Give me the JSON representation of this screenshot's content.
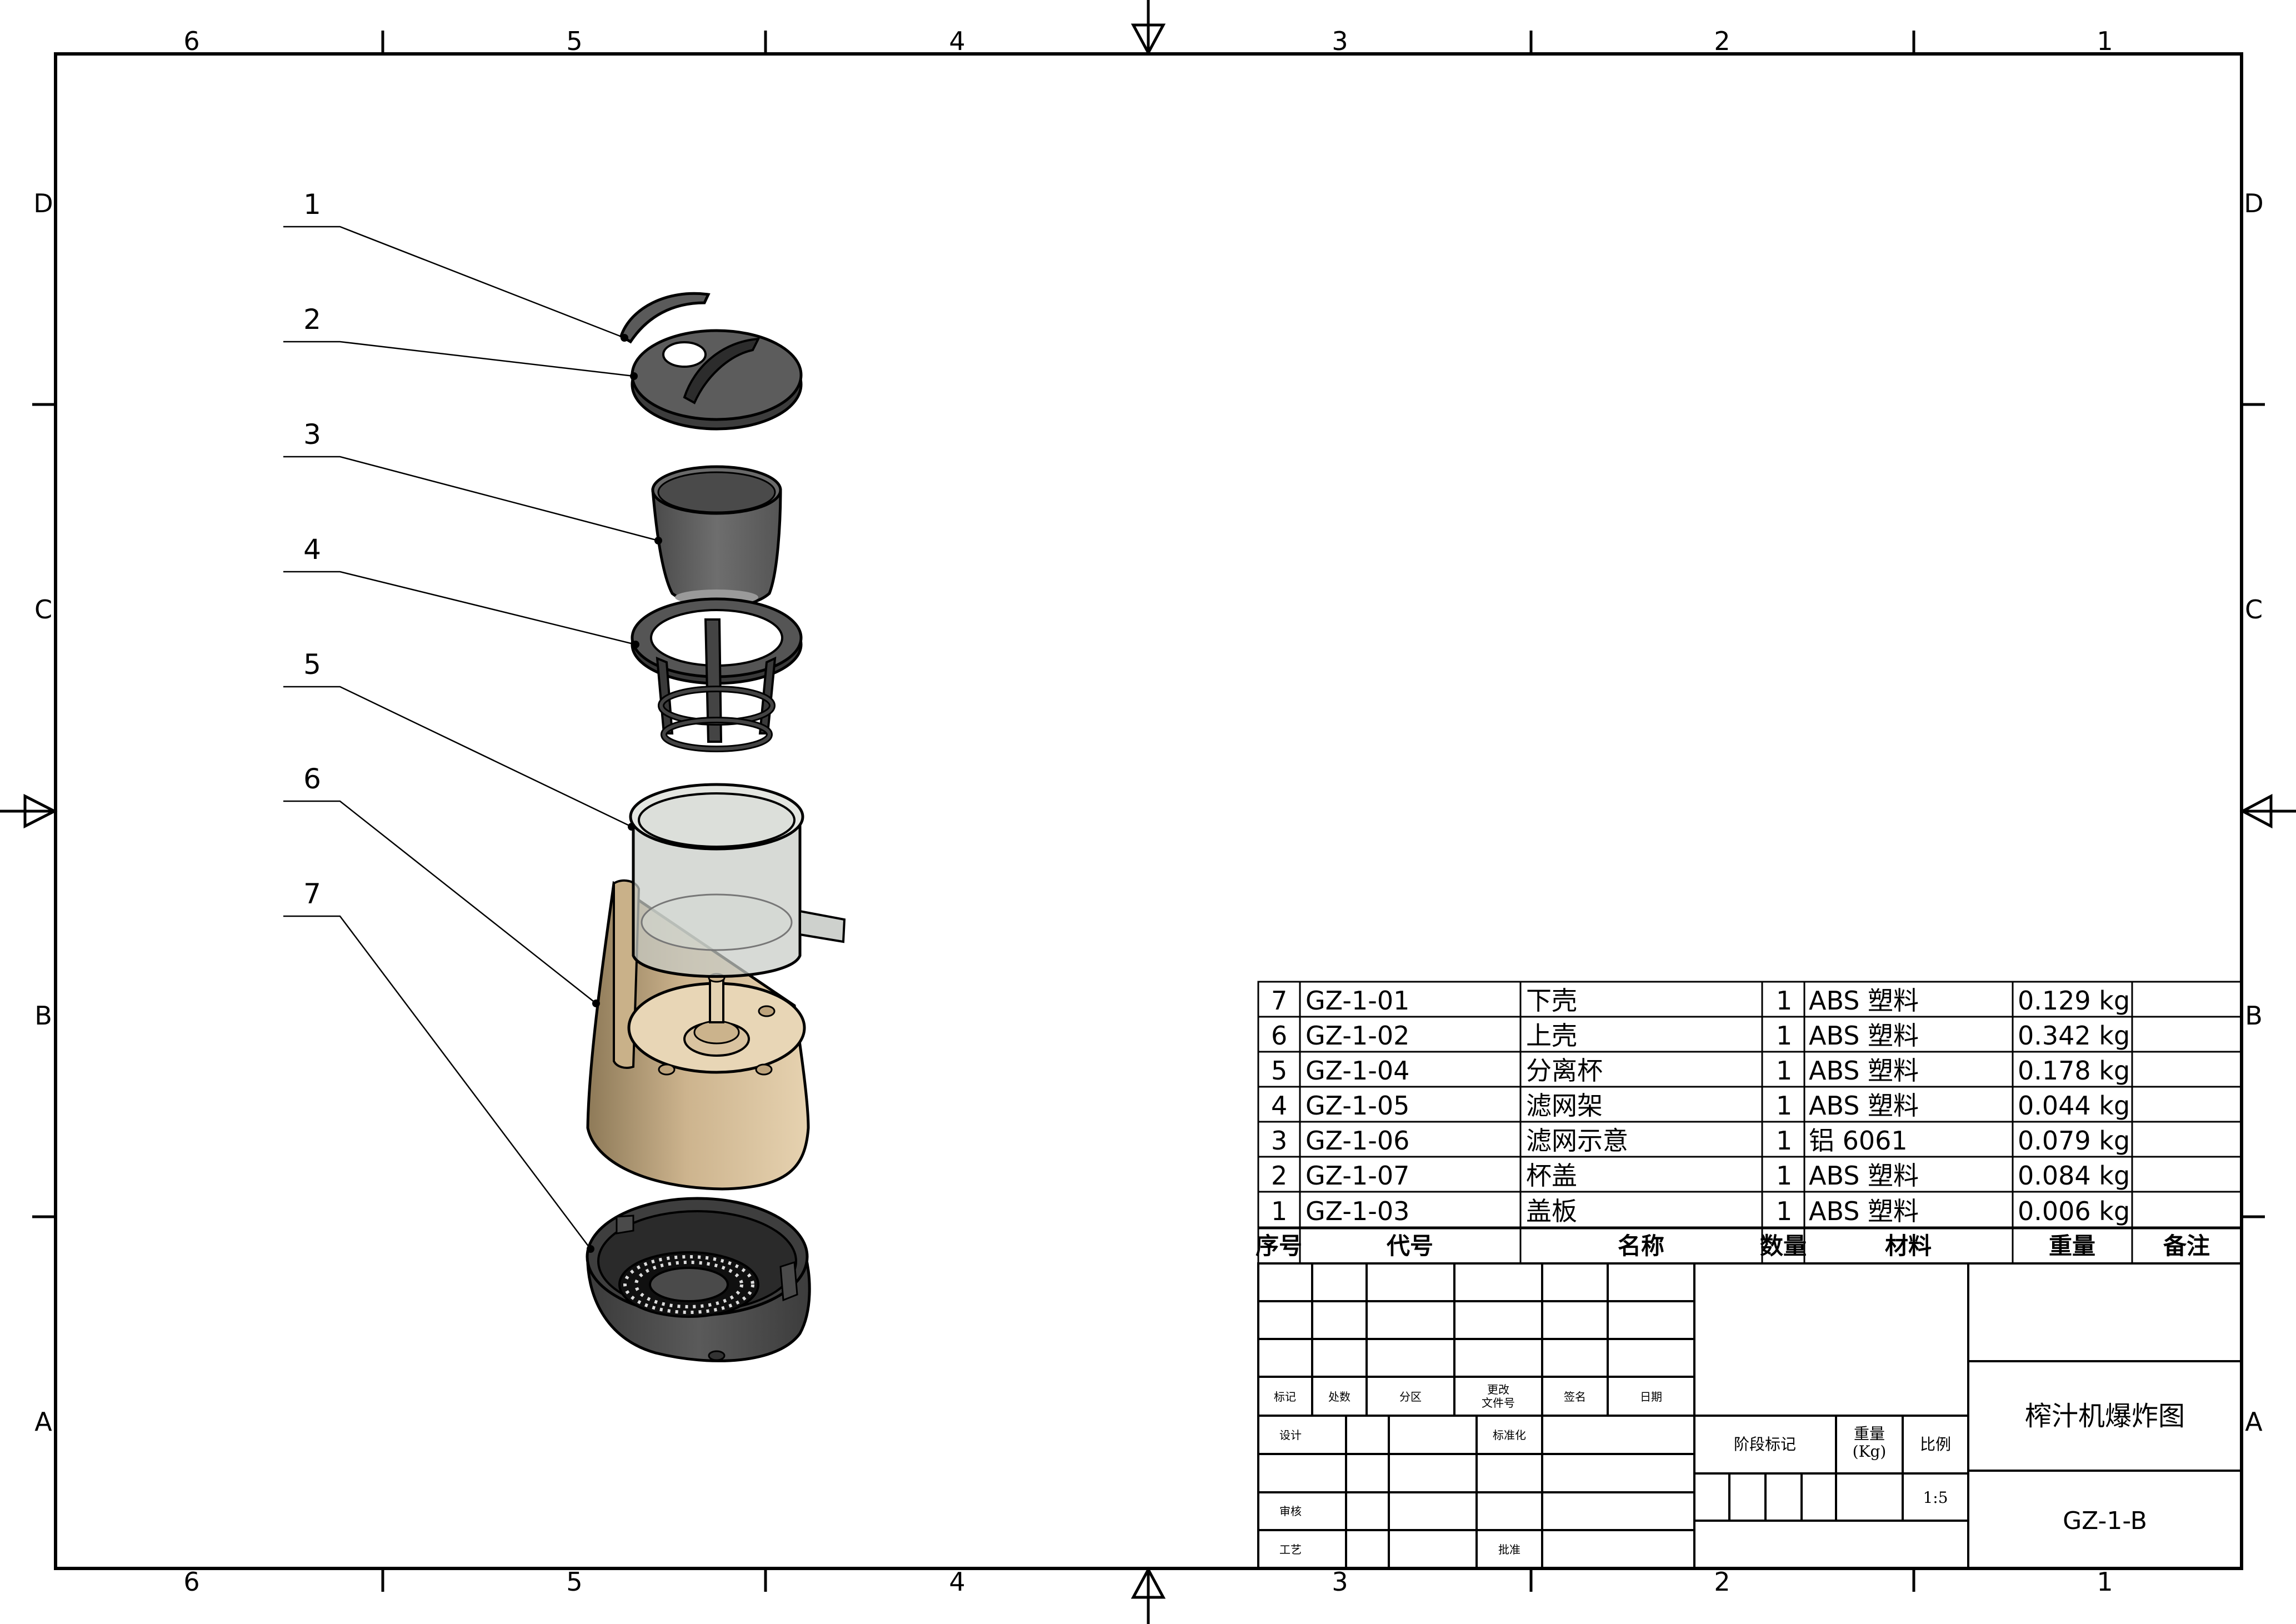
{
  "drawing": {
    "title": "榨汁机爆炸图",
    "code": "GZ-1-B",
    "scale": "1:5"
  },
  "zones": {
    "columns": [
      "6",
      "5",
      "4",
      "3",
      "2",
      "1"
    ],
    "rows": [
      "D",
      "C",
      "B",
      "A"
    ]
  },
  "balloons": [
    "1",
    "2",
    "3",
    "4",
    "5",
    "6",
    "7"
  ],
  "bom": {
    "headers": {
      "no": "序号",
      "code": "代号",
      "name": "名称",
      "qty": "数量",
      "material": "材料",
      "weight": "重量",
      "remark": "备注"
    },
    "rows": [
      {
        "no": "7",
        "code": "GZ-1-01",
        "name": "下壳",
        "qty": "1",
        "material": "ABS 塑料",
        "weight": "0.129 kg"
      },
      {
        "no": "6",
        "code": "GZ-1-02",
        "name": "上壳",
        "qty": "1",
        "material": "ABS 塑料",
        "weight": "0.342 kg"
      },
      {
        "no": "5",
        "code": "GZ-1-04",
        "name": "分离杯",
        "qty": "1",
        "material": "ABS 塑料",
        "weight": "0.178 kg"
      },
      {
        "no": "4",
        "code": "GZ-1-05",
        "name": "滤网架",
        "qty": "1",
        "material": "ABS 塑料",
        "weight": "0.044 kg"
      },
      {
        "no": "3",
        "code": "GZ-1-06",
        "name": "滤网示意",
        "qty": "1",
        "material": "铝 6061",
        "weight": "0.079 kg"
      },
      {
        "no": "2",
        "code": "GZ-1-07",
        "name": "杯盖",
        "qty": "1",
        "material": "ABS 塑料",
        "weight": "0.084 kg"
      },
      {
        "no": "1",
        "code": "GZ-1-03",
        "name": "盖板",
        "qty": "1",
        "material": "ABS 塑料",
        "weight": "0.006 kg"
      }
    ]
  },
  "title_block": {
    "mark": "标记",
    "count": "处数",
    "zone": "分区",
    "change_doc_1": "更改",
    "change_doc_2": "文件号",
    "signature": "签名",
    "date": "日期",
    "design": "设计",
    "standardize": "标准化",
    "review": "审核",
    "process": "工艺",
    "approve": "批准",
    "stage_mark": "阶段标记",
    "weight_1": "重量",
    "weight_2": "(Kg)",
    "ratio": "比例"
  }
}
